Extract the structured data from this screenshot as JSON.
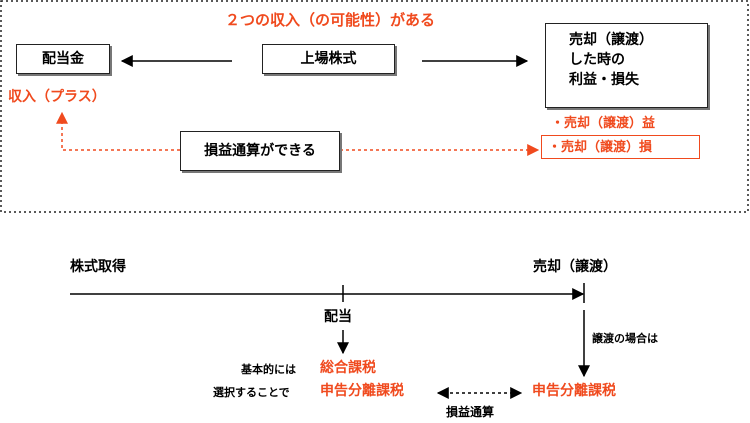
{
  "top": {
    "headline": "２つの収入（の可能性）がある",
    "haitoukin": "配当金",
    "joujou": "上場株式",
    "sale_lines": [
      "売却（譲渡）",
      "した時の",
      "利益・損失"
    ],
    "income_plus": "収入（プラス）",
    "sale_gain": "・売却（譲渡）益",
    "sale_loss": "・売却（譲渡）損",
    "offset": "損益通算ができる"
  },
  "bottom": {
    "acquire": "株式取得",
    "sell": "売却（譲渡）",
    "dividend": "配当",
    "basically": "基本的には",
    "sogo": "総合課税",
    "choose": "選択することで",
    "shinkoku_left": "申告分離課税",
    "transfer_case": "譲渡の場合は",
    "shinkoku_right": "申告分離課税",
    "offset_small": "損益通算"
  },
  "colors": {
    "accent": "#f04a1e",
    "line": "#000000"
  }
}
